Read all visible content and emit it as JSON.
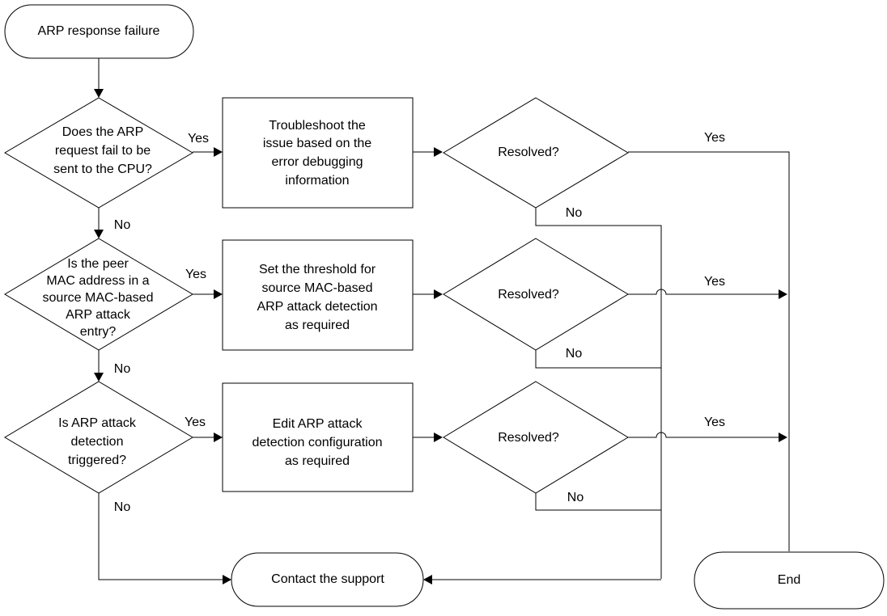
{
  "start": "ARP response failure",
  "end": "End",
  "contact": "Contact the support",
  "yes": "Yes",
  "no": "No",
  "decisions": {
    "d1": [
      "Does the ARP",
      "request fail to be",
      "sent to the CPU?"
    ],
    "d2": [
      "Is the peer",
      "MAC address in a",
      "source MAC-based",
      "ARP attack",
      "entry?"
    ],
    "d3": [
      "Is ARP attack",
      "detection",
      "triggered?"
    ]
  },
  "actions": {
    "a1": [
      "Troubleshoot the",
      "issue based on the",
      "error debugging",
      "information"
    ],
    "a2": [
      "Set the threshold for",
      "source MAC-based",
      "ARP attack detection",
      "as required"
    ],
    "a3": [
      "Edit ARP attack",
      "detection configuration",
      "as required"
    ]
  },
  "resolved": "Resolved?"
}
